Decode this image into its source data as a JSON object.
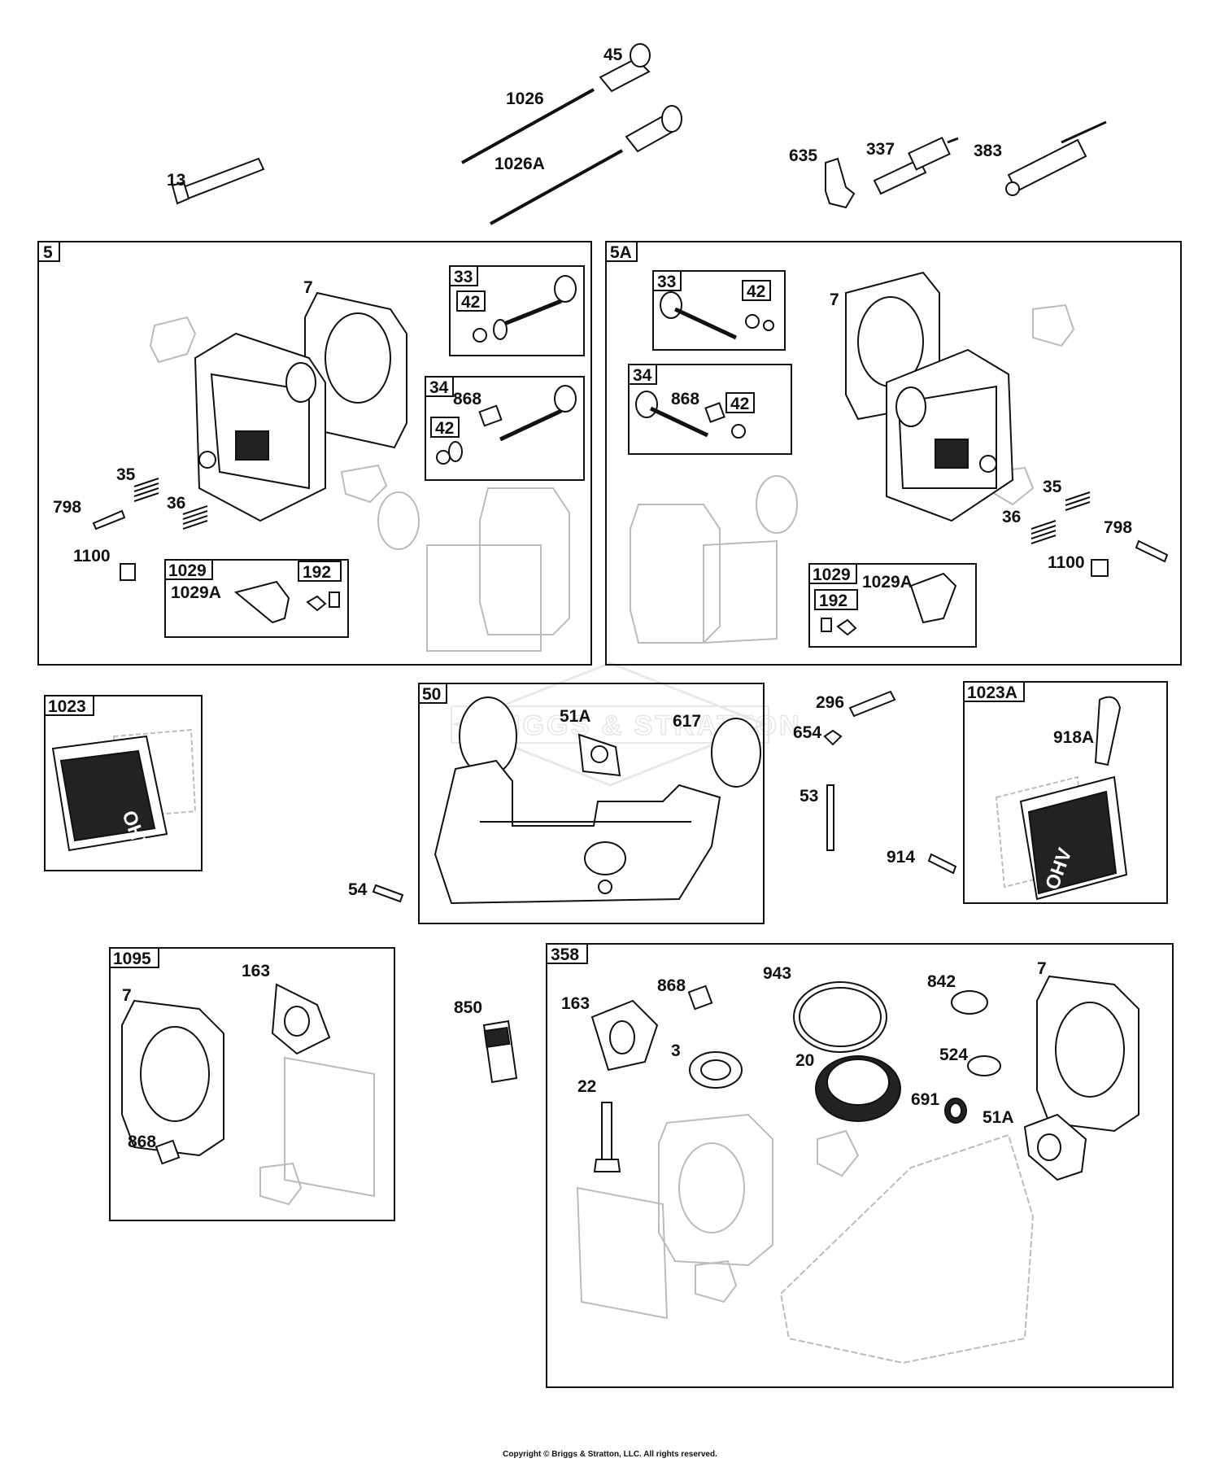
{
  "watermark": "BRIGGS & STRATTON",
  "copyright": "Copyright © Briggs & Stratton, LLC. All rights reserved.",
  "boxes": {
    "b5": "5",
    "b5_33": "33",
    "b5_33_42": "42",
    "b5_34": "34",
    "b5_34_42": "42",
    "b5_1029": "1029",
    "b5_192": "192",
    "b5A": "5A",
    "b5A_33": "33",
    "b5A_33_42": "42",
    "b5A_34": "34",
    "b5A_34_42": "42",
    "b5A_1029": "1029",
    "b5A_192": "192",
    "b1023": "1023",
    "b50": "50",
    "b1023A": "1023A",
    "b1095": "1095",
    "b358": "358"
  },
  "labels": {
    "p45": "45",
    "p1026": "1026",
    "p1026A": "1026A",
    "p13": "13",
    "p635": "635",
    "p337": "337",
    "p383": "383",
    "a7": "7",
    "a868": "868",
    "a35": "35",
    "a36": "36",
    "a798": "798",
    "a1100": "1100",
    "a1029A": "1029A",
    "c7": "7",
    "c868": "868",
    "c35": "35",
    "c36": "36",
    "c798": "798",
    "c1100": "1100",
    "c1029A": "1029A",
    "d51A": "51A",
    "d617": "617",
    "d54": "54",
    "e296": "296",
    "e654": "654",
    "e53": "53",
    "e914": "914",
    "e918A": "918A",
    "f7": "7",
    "f163": "163",
    "f868": "868",
    "g850": "850",
    "h868": "868",
    "h943": "943",
    "h842": "842",
    "h7": "7",
    "h163": "163",
    "h3": "3",
    "h20": "20",
    "h524": "524",
    "h691": "691",
    "h22": "22",
    "h51A": "51A"
  },
  "cover_text": "OHV"
}
